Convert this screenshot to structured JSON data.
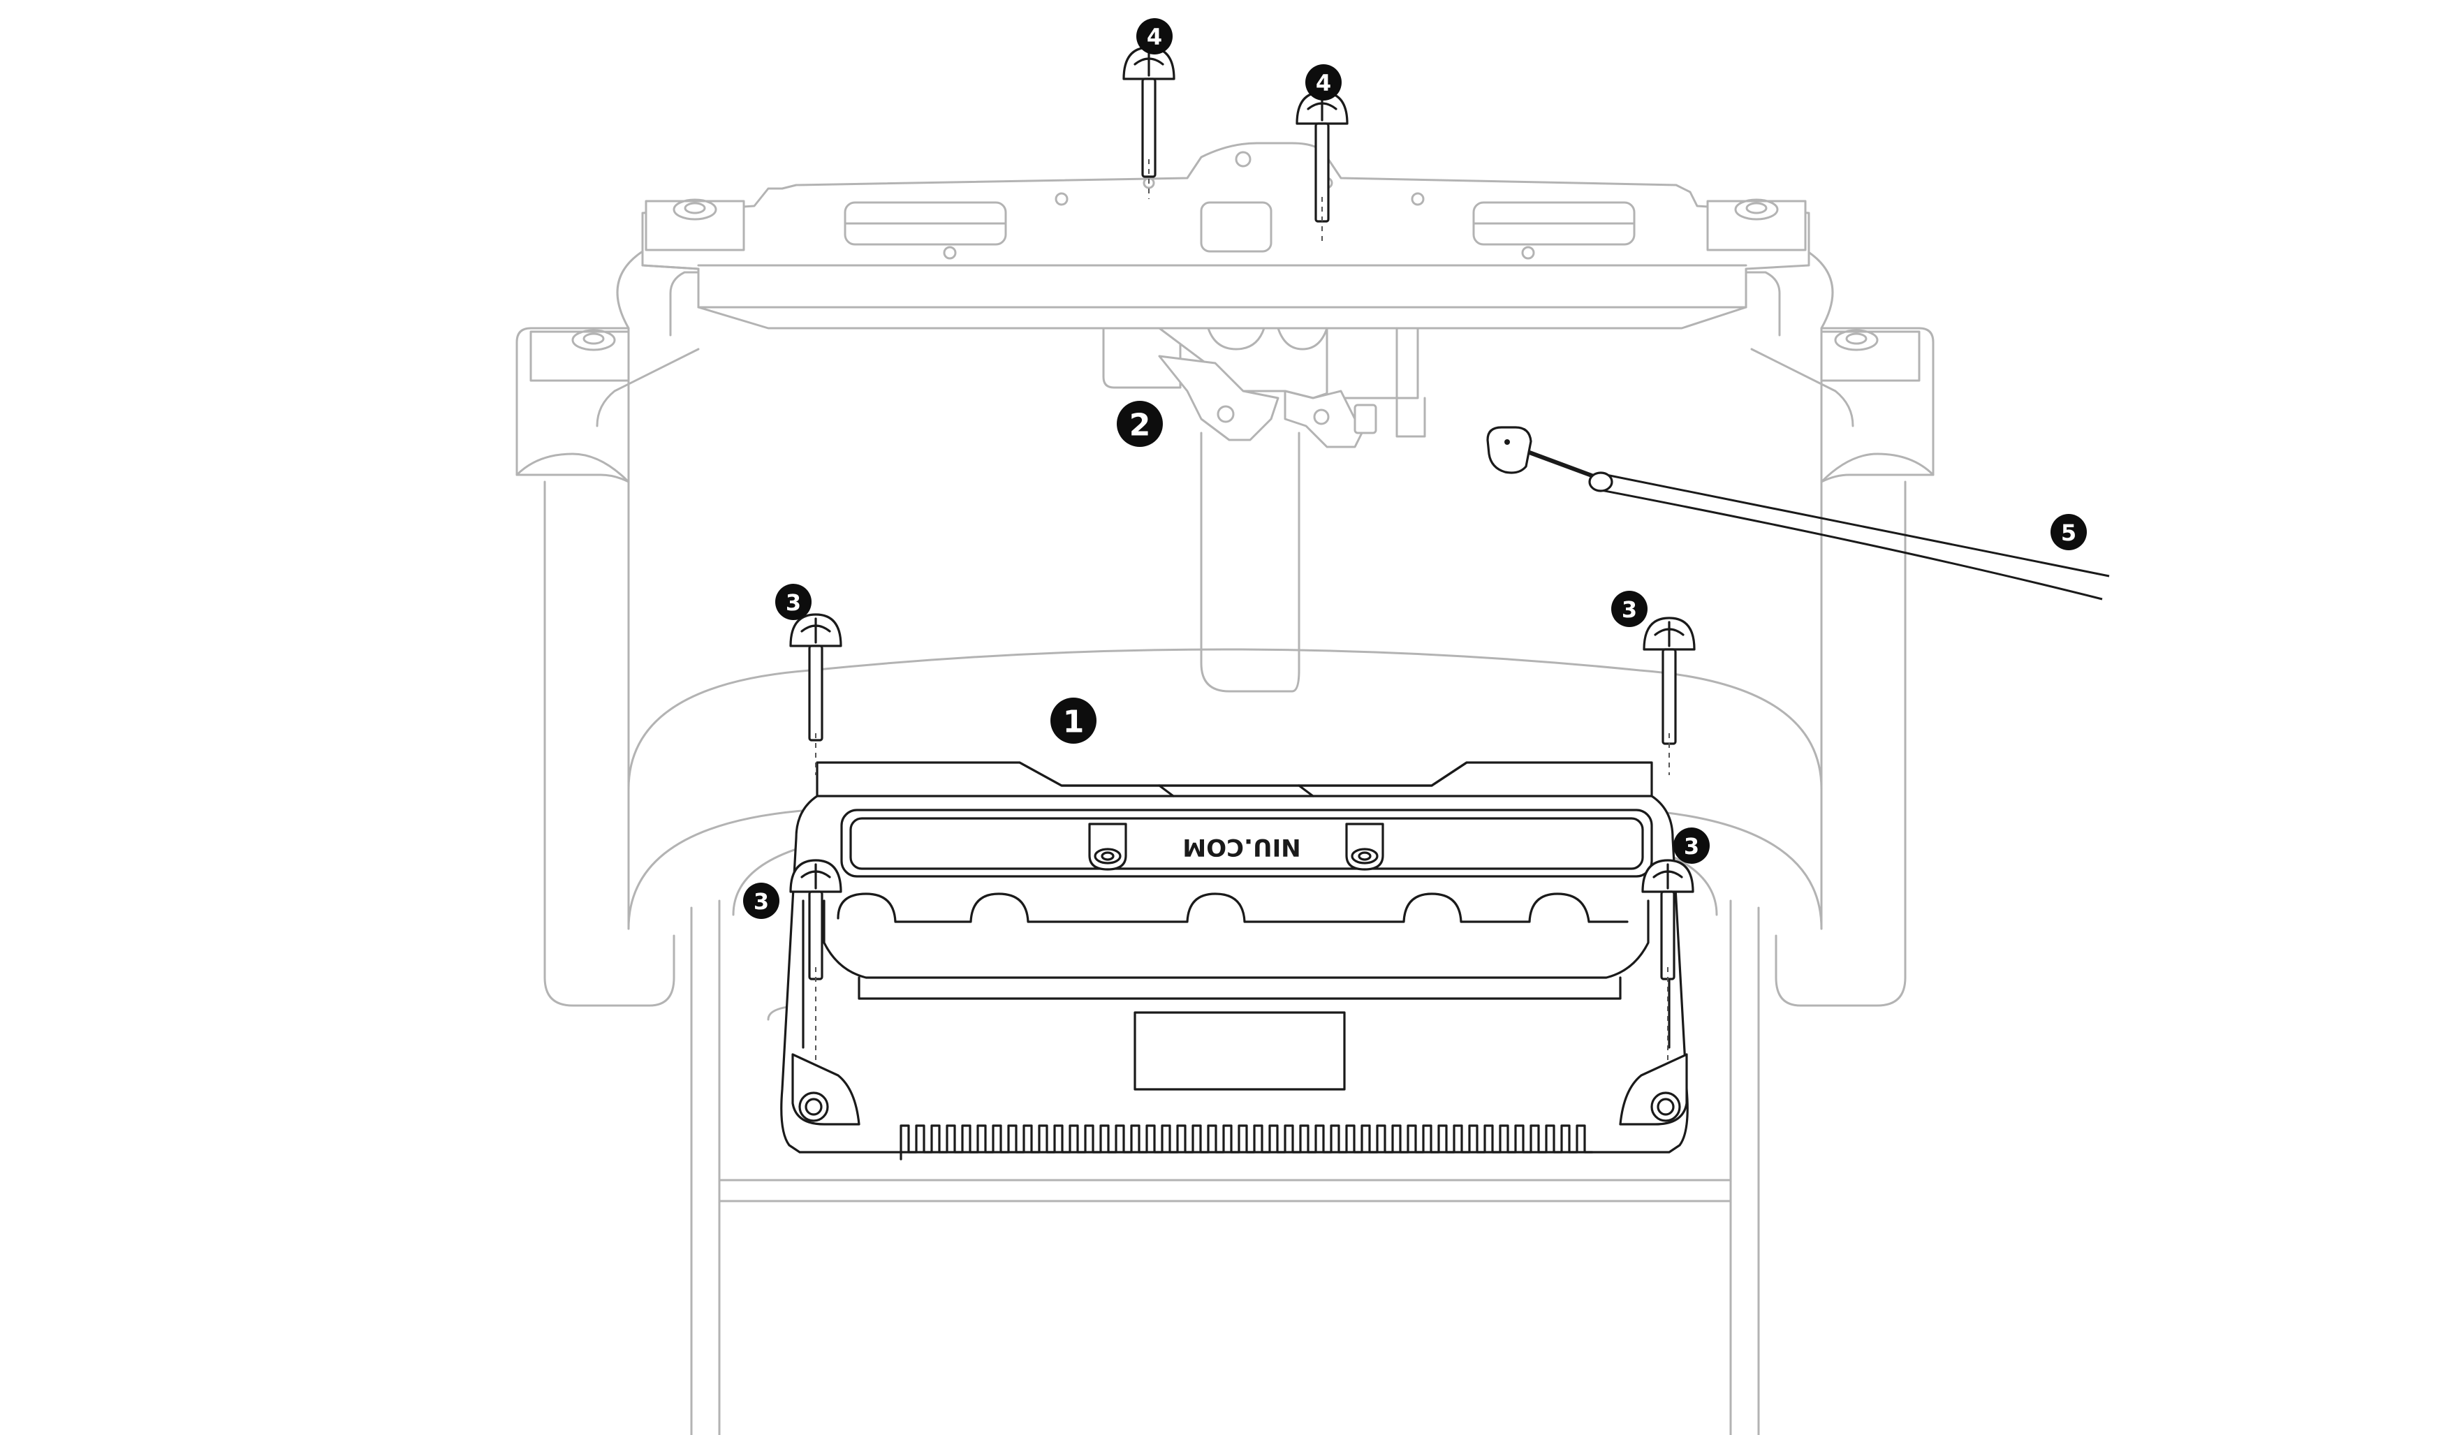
{
  "callouts": {
    "c1": "1",
    "c2": "2",
    "c3a": "3",
    "c3b": "3",
    "c3c": "3",
    "c3d": "3",
    "c4a": "4",
    "c4b": "4",
    "c5": "5"
  },
  "device": {
    "brand_label": "NIU.COM"
  },
  "colors": {
    "frame_stroke": "#b3b3b3",
    "part_stroke": "#1a1a1a",
    "callout_fill": "#0d0d0d"
  },
  "icons": {
    "screw": "screw-icon"
  }
}
